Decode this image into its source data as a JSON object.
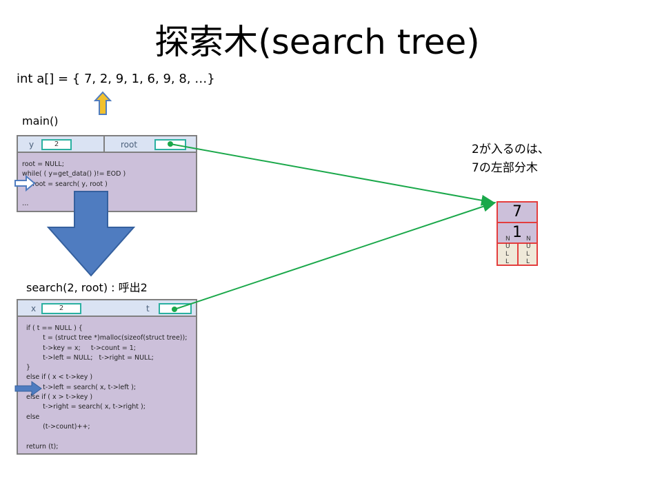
{
  "title": "探索木(search tree)",
  "array_line": "int a[] = { 7, 2, 9, 1, 6, 9, 8, …}",
  "main_frame": {
    "label": "main()",
    "var1_name": "y",
    "var1_value": "2",
    "var2_name": "root",
    "code": "root = NULL;\nwhile( ( y=get_data() )!= EOD )\n     root = search( y, root )\n\n…"
  },
  "search_frame": {
    "label": "search(2, root) : 呼出2",
    "var1_name": "x",
    "var1_value": "2",
    "var2_name": "t",
    "code": "if ( t == NULL ) {\n        t = (struct tree *)malloc(sizeof(struct tree));\n        t->key = x;     t->count = 1;\n        t->left = NULL;   t->right = NULL;\n}\nelse if ( x < t->key )\n        t->left = search( x, t->left );\nelse if ( x > t->key )\n        t->right = search( x, t->right );\nelse\n        (t->count)++;\n\nreturn (t);"
  },
  "note": "2が入るのは、\n7の左部分木",
  "tree": {
    "key": "7",
    "count": "1",
    "left": "N\nU\nL\nL",
    "right": "N\nU\nL\nL"
  },
  "colors": {
    "frame_fill": "#ccc0da",
    "tab_fill": "#dae3f3",
    "pointer_line": "#1aa84a",
    "node_border": "#e33d3d",
    "call_arrow": "#4f7cc0",
    "data_arrow": "#f2c12e"
  }
}
